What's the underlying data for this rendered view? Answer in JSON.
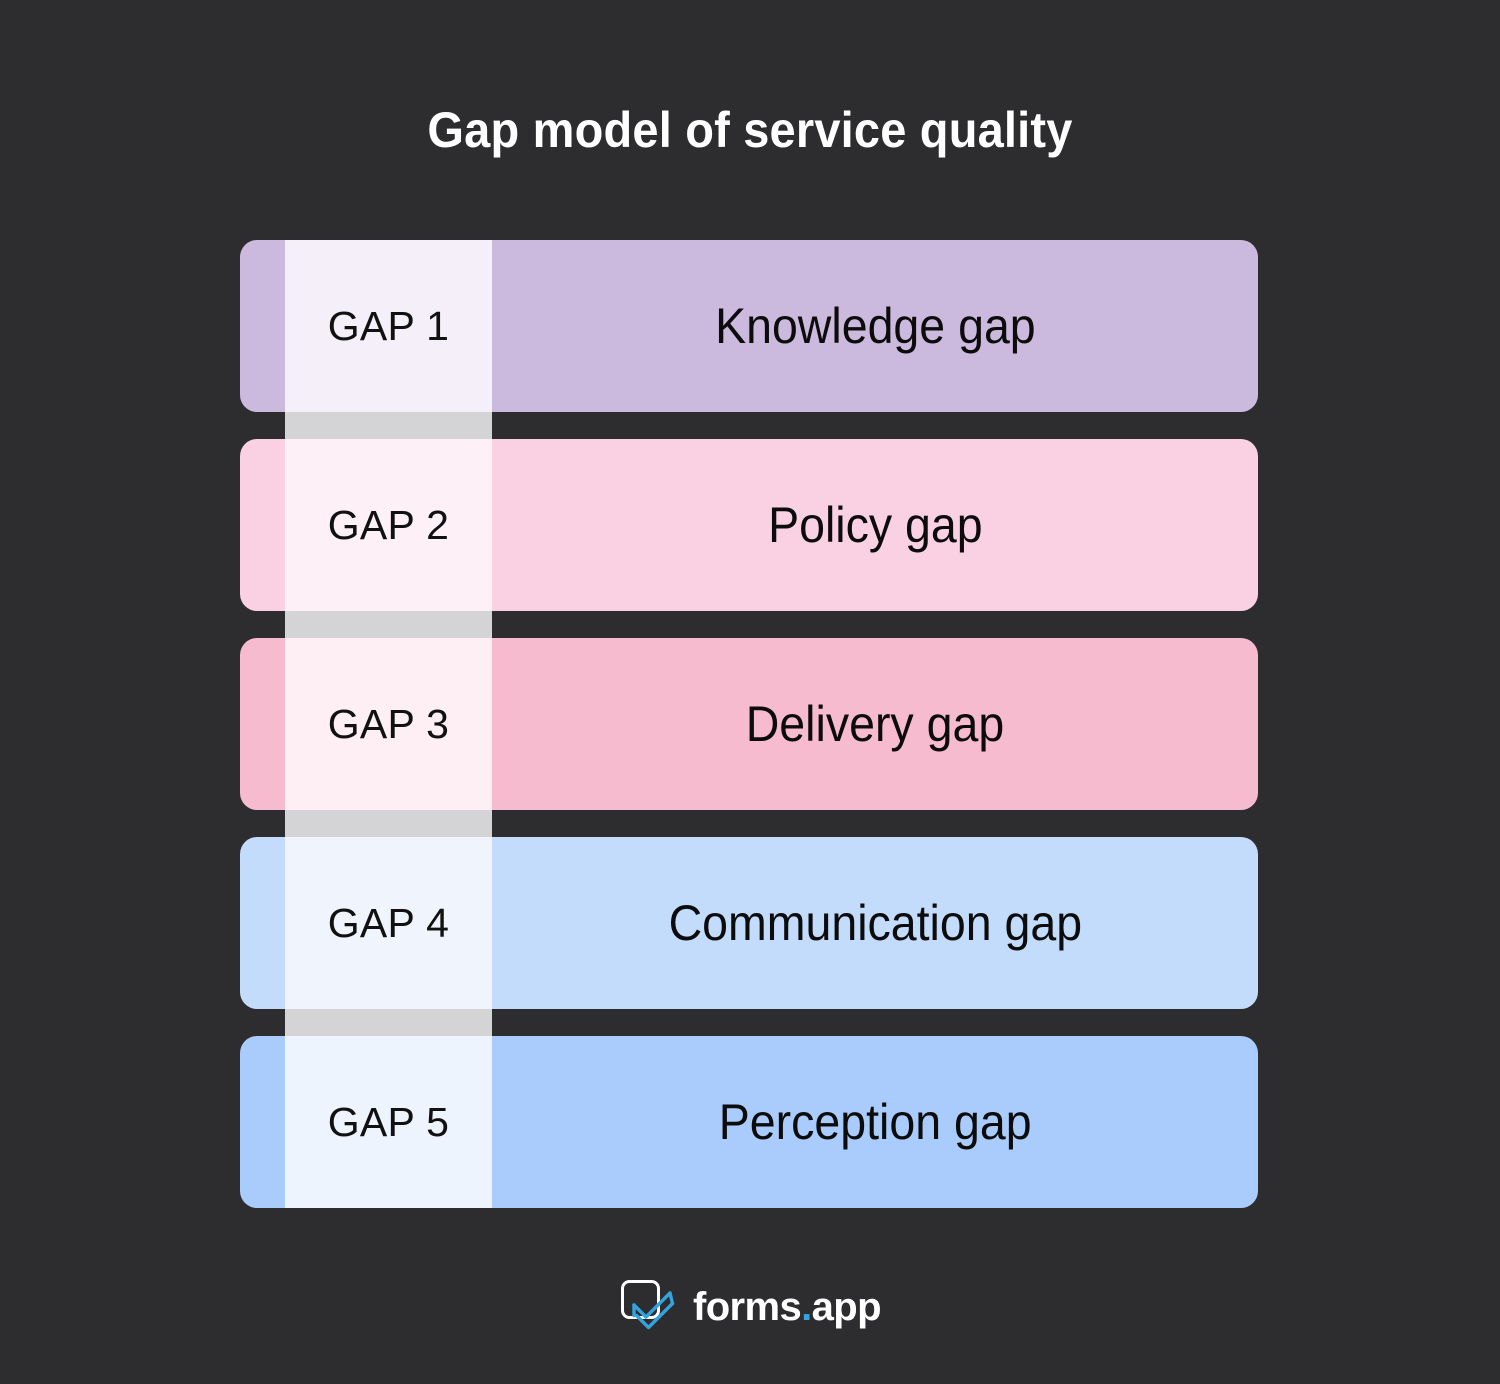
{
  "page": {
    "title": "Gap model of service quality",
    "background_color": "#2d2c2f",
    "title_color": "#ffffff"
  },
  "diagram": {
    "type": "stacked-rows",
    "rows": [
      {
        "label": "GAP 1",
        "name": "Knowledge gap",
        "bar_color": "#cbbade",
        "column_color": "#f4eff9"
      },
      {
        "label": "GAP 2",
        "name": "Policy gap",
        "bar_color": "#f9d1e2",
        "column_color": "#fdf0f6"
      },
      {
        "label": "GAP 3",
        "name": "Delivery gap",
        "bar_color": "#f7bbd0",
        "column_color": "#fdeff4"
      },
      {
        "label": "GAP 4",
        "name": "Communication gap",
        "bar_color": "#c3dcfc",
        "column_color": "#f0f5fd"
      },
      {
        "label": "GAP 5",
        "name": "Perception gap",
        "bar_color": "#a9ccfd",
        "column_color": "#eef4fe"
      }
    ],
    "connector_color": "#d4d3d5",
    "label_text_color": "#111111",
    "name_text_color": "#0c0c0c"
  },
  "footer": {
    "brand_first": "forms",
    "brand_dot": ".",
    "brand_last": "app",
    "brand_accent_color": "#34a3dd",
    "brand_text_color": "#ffffff"
  }
}
